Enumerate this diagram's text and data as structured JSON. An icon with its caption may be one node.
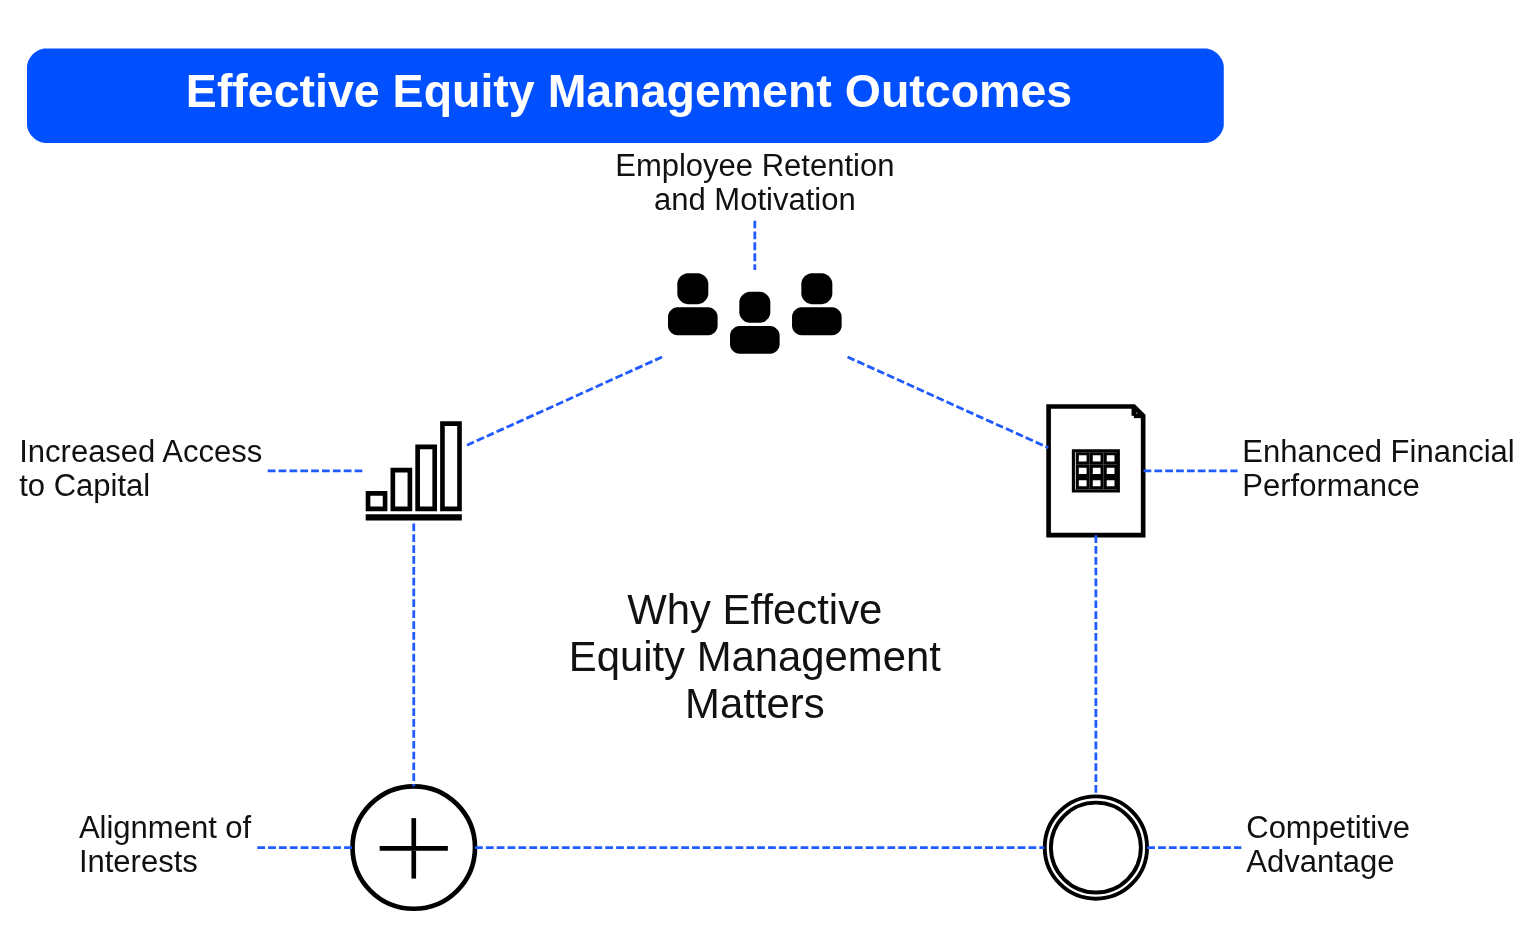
{
  "diagram": {
    "title": "Effective Equity Management Outcomes",
    "nodes": [
      {
        "text": [
          "Employee Retention and Motivation"
        ]
      },
      {
        "text": [],
        "shape": "person"
      },
      {
        "text": [
          "Increased Access to Capital"
        ]
      },
      {
        "text": [],
        "shape": "picture"
      },
      {
        "text": [],
        "shape": "picture"
      },
      {
        "text": [
          "Enhanced Financial Performance"
        ]
      },
      {
        "text": [
          "Alignment of Interests"
        ]
      },
      {
        "text": [],
        "shape": "circle"
      },
      {
        "text": [],
        "shape": "picture"
      },
      {
        "text": [
          "Competitive Advantage"
        ]
      }
    ],
    "edges": [
      {
        "from": 0,
        "to": 1,
        "arrow": "none",
        "style": "dashed"
      },
      {
        "from": 1,
        "to": 3,
        "arrow": "none",
        "style": "dashed"
      },
      {
        "from": 1,
        "to": 4,
        "arrow": "none",
        "style": "dashed"
      },
      {
        "from": 2,
        "to": 3,
        "arrow": "none",
        "style": "dashed"
      },
      {
        "from": 4,
        "to": 5,
        "arrow": "none",
        "style": "dashed"
      },
      {
        "from": 3,
        "to": 7,
        "arrow": "none",
        "style": "dashed"
      },
      {
        "from": 4,
        "to": 8,
        "arrow": "none",
        "style": "dashed"
      },
      {
        "from": 6,
        "to": 7,
        "arrow": "none",
        "style": "dashed"
      },
      {
        "from": 7,
        "to": 8,
        "arrow": "none",
        "style": "dashed"
      },
      {
        "from": 8,
        "to": 9,
        "arrow": "none",
        "style": "dashed"
      }
    ],
    "labels": [
      "Why Effective Equity Management Matters"
    ]
  }
}
